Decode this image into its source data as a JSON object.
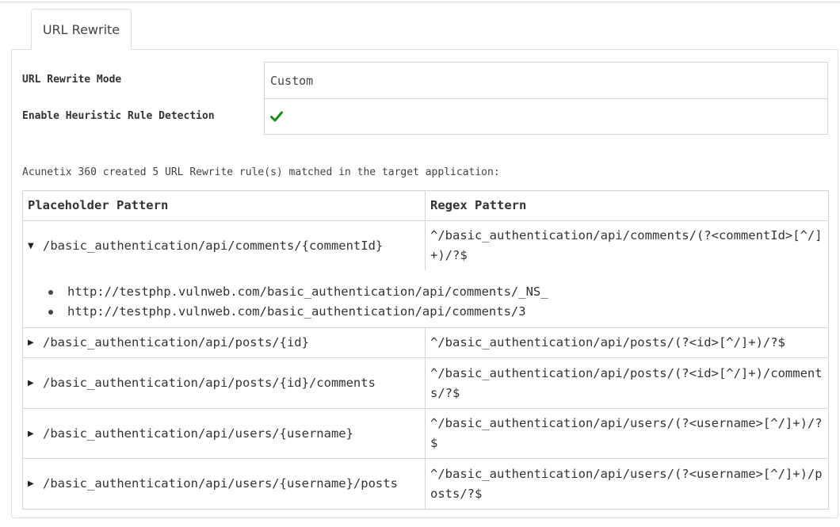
{
  "tab": {
    "label": "URL Rewrite"
  },
  "settings": {
    "mode_label": "URL Rewrite Mode",
    "mode_value": "Custom",
    "heuristic_label": "Enable Heuristic Rule Detection",
    "heuristic_enabled_icon": "checkmark-icon",
    "check_color": "#1a8a1a"
  },
  "caption": "Acunetix 360 created 5 URL Rewrite rule(s) matched in the target application:",
  "table": {
    "headers": [
      "Placeholder Pattern",
      "Regex Pattern"
    ],
    "rows": [
      {
        "placeholder": "/basic_authentication/api/comments/{commentId}",
        "regex": "^/basic_authentication/api/comments/(?<commentId>[^/]+)/?$",
        "expanded": true,
        "samples": [
          "http://testphp.vulnweb.com/basic_authentication/api/comments/_NS_",
          "http://testphp.vulnweb.com/basic_authentication/api/comments/3"
        ]
      },
      {
        "placeholder": "/basic_authentication/api/posts/{id}",
        "regex": "^/basic_authentication/api/posts/(?<id>[^/]+)/?$",
        "expanded": false
      },
      {
        "placeholder": "/basic_authentication/api/posts/{id}/comments",
        "regex": "^/basic_authentication/api/posts/(?<id>[^/]+)/comments/?$",
        "expanded": false
      },
      {
        "placeholder": "/basic_authentication/api/users/{username}",
        "regex": "^/basic_authentication/api/users/(?<username>[^/]+)/?$",
        "expanded": false
      },
      {
        "placeholder": "/basic_authentication/api/users/{username}/posts",
        "regex": "^/basic_authentication/api/users/(?<username>[^/]+)/posts/?$",
        "expanded": false
      }
    ]
  }
}
